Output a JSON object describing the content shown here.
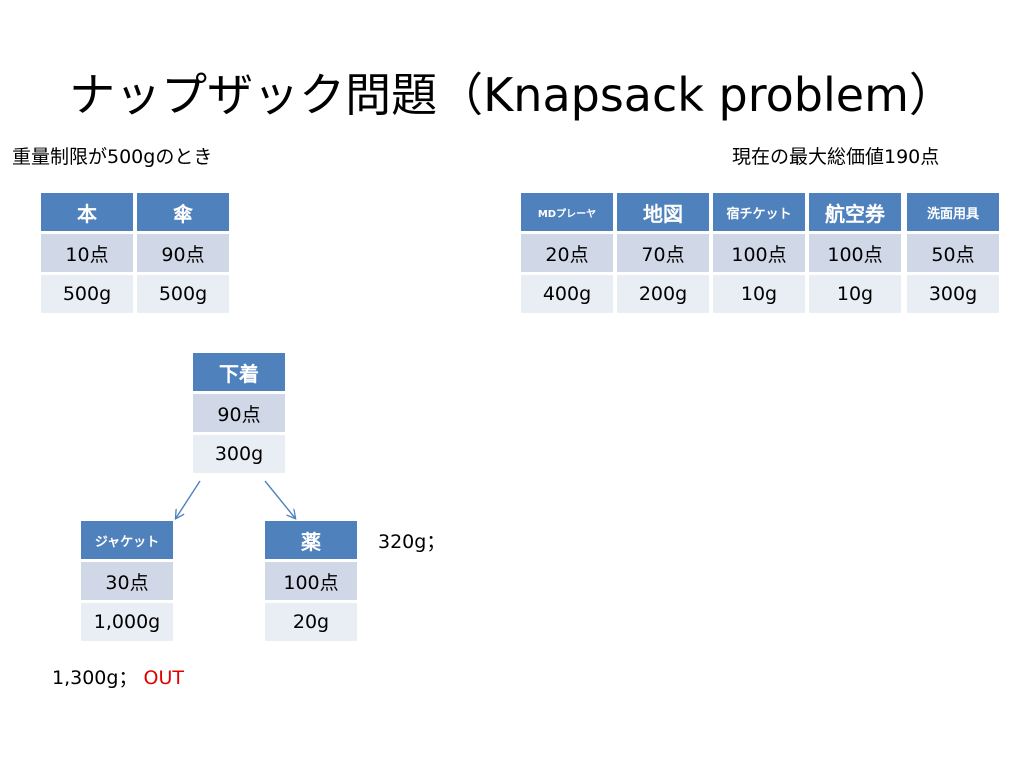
{
  "title": "ナップザック問題（Knapsack problem）",
  "left_caption": "重量制限が500gのとき",
  "right_caption": "現在の最大総価値190点",
  "left_items": [
    {
      "name": "本",
      "value": "10点",
      "weight": "500g"
    },
    {
      "name": "傘",
      "value": "90点",
      "weight": "500g"
    }
  ],
  "right_items": [
    {
      "name": "MDプレーヤ",
      "value": "20点",
      "weight": "400g"
    },
    {
      "name": "地図",
      "value": "70点",
      "weight": "200g"
    },
    {
      "name": "宿チケット",
      "value": "100点",
      "weight": "10g"
    },
    {
      "name": "航空券",
      "value": "100点",
      "weight": "10g"
    },
    {
      "name": "洗面用具",
      "value": "50点",
      "weight": "300g"
    }
  ],
  "tree": {
    "root": {
      "name": "下着",
      "value": "90点",
      "weight": "300g"
    },
    "left_child": {
      "name": "ジャケット",
      "value": "30点",
      "weight": "1,000g",
      "total": "1,300g；",
      "status": "OUT"
    },
    "right_child": {
      "name": "薬",
      "value": "100点",
      "weight": "20g",
      "total": "320g；"
    }
  },
  "colors": {
    "header": "#4f81bd",
    "value_row": "#d0d8e8",
    "weight_row": "#e9edf4",
    "arrow": "#4f81bd",
    "out": "#e00000"
  }
}
